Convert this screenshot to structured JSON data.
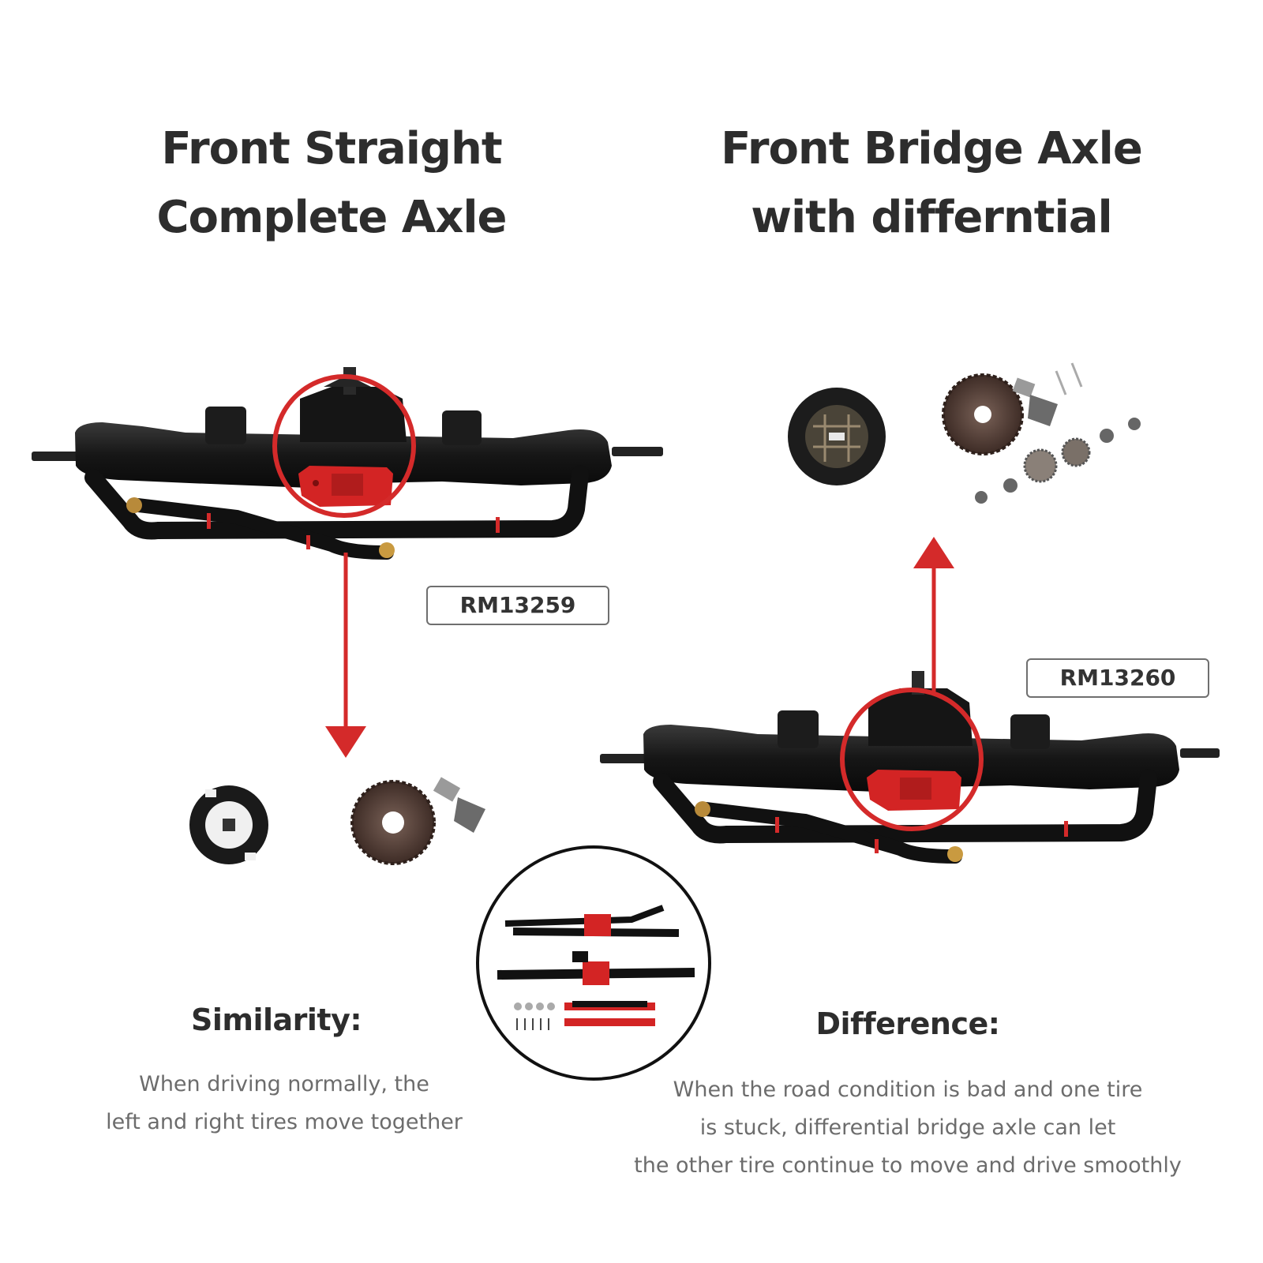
{
  "left": {
    "title_line1": "Front Straight",
    "title_line2": "Complete Axle",
    "model_code": "RM13259",
    "section_heading": "Similarity:",
    "description_lines": [
      "When driving normally, the",
      "left and right tires move together"
    ]
  },
  "right": {
    "title_line1": "Front Bridge Axle",
    "title_line2": "with differntial",
    "model_code": "RM13260",
    "section_heading": "Difference:",
    "description_lines": [
      "When the road condition is bad and one tire",
      "is stuck, differential bridge axle can let",
      "the other tire continue to move and drive smoothly"
    ]
  },
  "colors": {
    "accent_red": "#d42a2a",
    "text_dark": "#2d2d2d",
    "text_gray": "#6c6c6c",
    "axle_black": "#1a1a1a",
    "gear_brown": "#5a4238"
  },
  "icons": [
    "axle-photo",
    "differential-case-photo",
    "ring-gear-photo",
    "pinion-gear-photo",
    "spider-gears-photo",
    "arrow-down-icon",
    "arrow-up-icon",
    "highlight-circle",
    "kit-contents-photo"
  ]
}
